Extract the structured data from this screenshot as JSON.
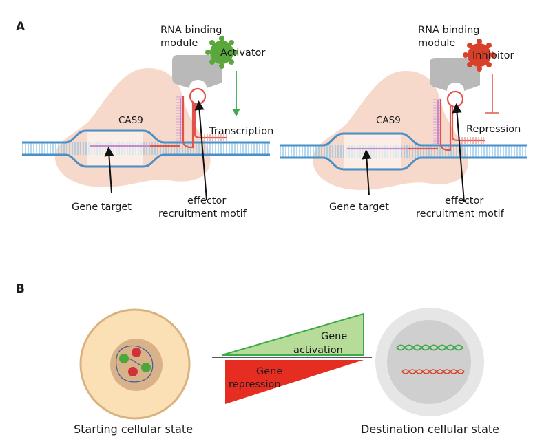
{
  "panel_a": {
    "label": "A",
    "left": {
      "module_line1": "RNA binding",
      "module_line2": "module",
      "effector": "Activator",
      "outcome": "Transcription",
      "cas9": "CAS9",
      "gene_target": "Gene target",
      "motif_line1": "effector",
      "motif_line2": "recruitment motif"
    },
    "right": {
      "module_line1": "RNA binding",
      "module_line2": "module",
      "effector": "Inhibitor",
      "outcome": "Repression",
      "cas9": "CAS9",
      "gene_target": "Gene target",
      "motif_line1": "effector",
      "motif_line2": "recruitment motif"
    }
  },
  "panel_b": {
    "label": "B",
    "activation_line1": "Gene",
    "activation_line2": "activation",
    "repression_line1": "Gene",
    "repression_line2": "repression",
    "start_caption": "Starting cellular state",
    "dest_caption": "Destination cellular state"
  },
  "colors": {
    "dna_blue": "#4a90c8",
    "dna_light": "#a9d3ee",
    "cas9_fill": "#f7d9cb",
    "module_gray": "#b9b9b9",
    "activator_green": "#5aa83c",
    "inhibitor_red": "#d9402a",
    "guide_red": "#e0524a",
    "guide_pink": "#c889c8",
    "activation_fill": "#b7dc9a",
    "activation_stroke": "#3daa4a",
    "repression_fill": "#e52d22",
    "start_cell": "#fbe0b6",
    "start_cell_border": "#d9b37f",
    "start_nucleus": "#d9b28a",
    "dest_cell": "#e6e6e6",
    "dest_nucleus": "#cfcfcf"
  }
}
